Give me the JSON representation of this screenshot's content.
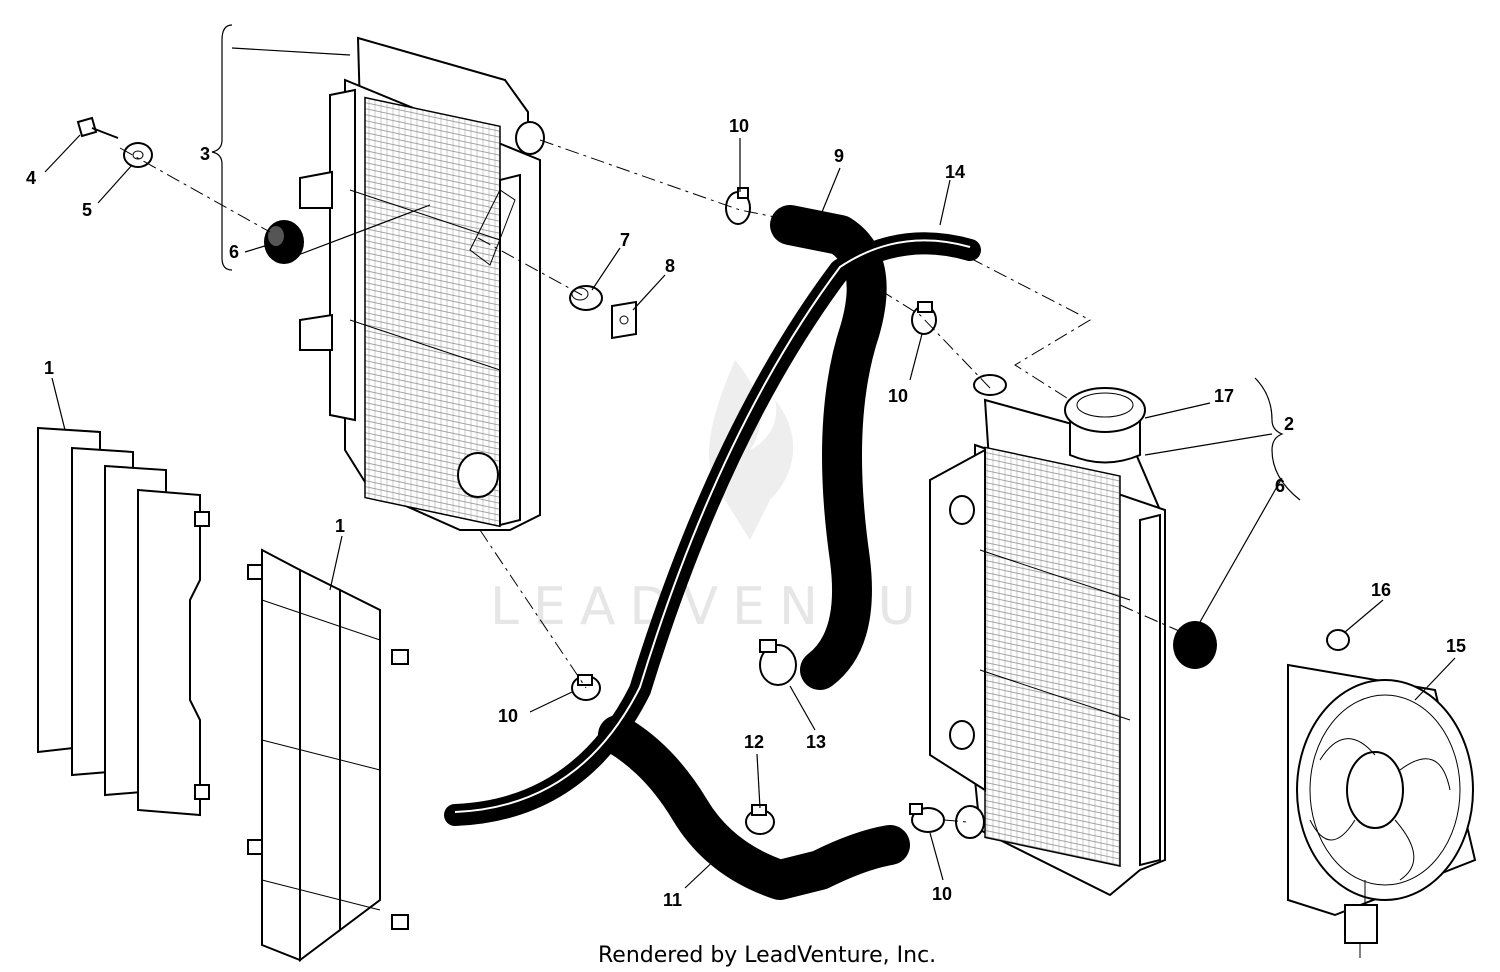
{
  "diagram": {
    "credit": "Rendered by LeadVenture, Inc.",
    "watermark": "LEADVENTURE",
    "callouts": {
      "c1a": "1",
      "c1b": "1",
      "c2": "2",
      "c3": "3",
      "c4": "4",
      "c5": "5",
      "c6a": "6",
      "c6b": "6",
      "c7": "7",
      "c8": "8",
      "c9": "9",
      "c10a": "10",
      "c10b": "10",
      "c10c": "10",
      "c10d": "10",
      "c11": "11",
      "c12": "12",
      "c13": "13",
      "c14": "14",
      "c15": "15",
      "c16": "16",
      "c17": "17"
    }
  }
}
